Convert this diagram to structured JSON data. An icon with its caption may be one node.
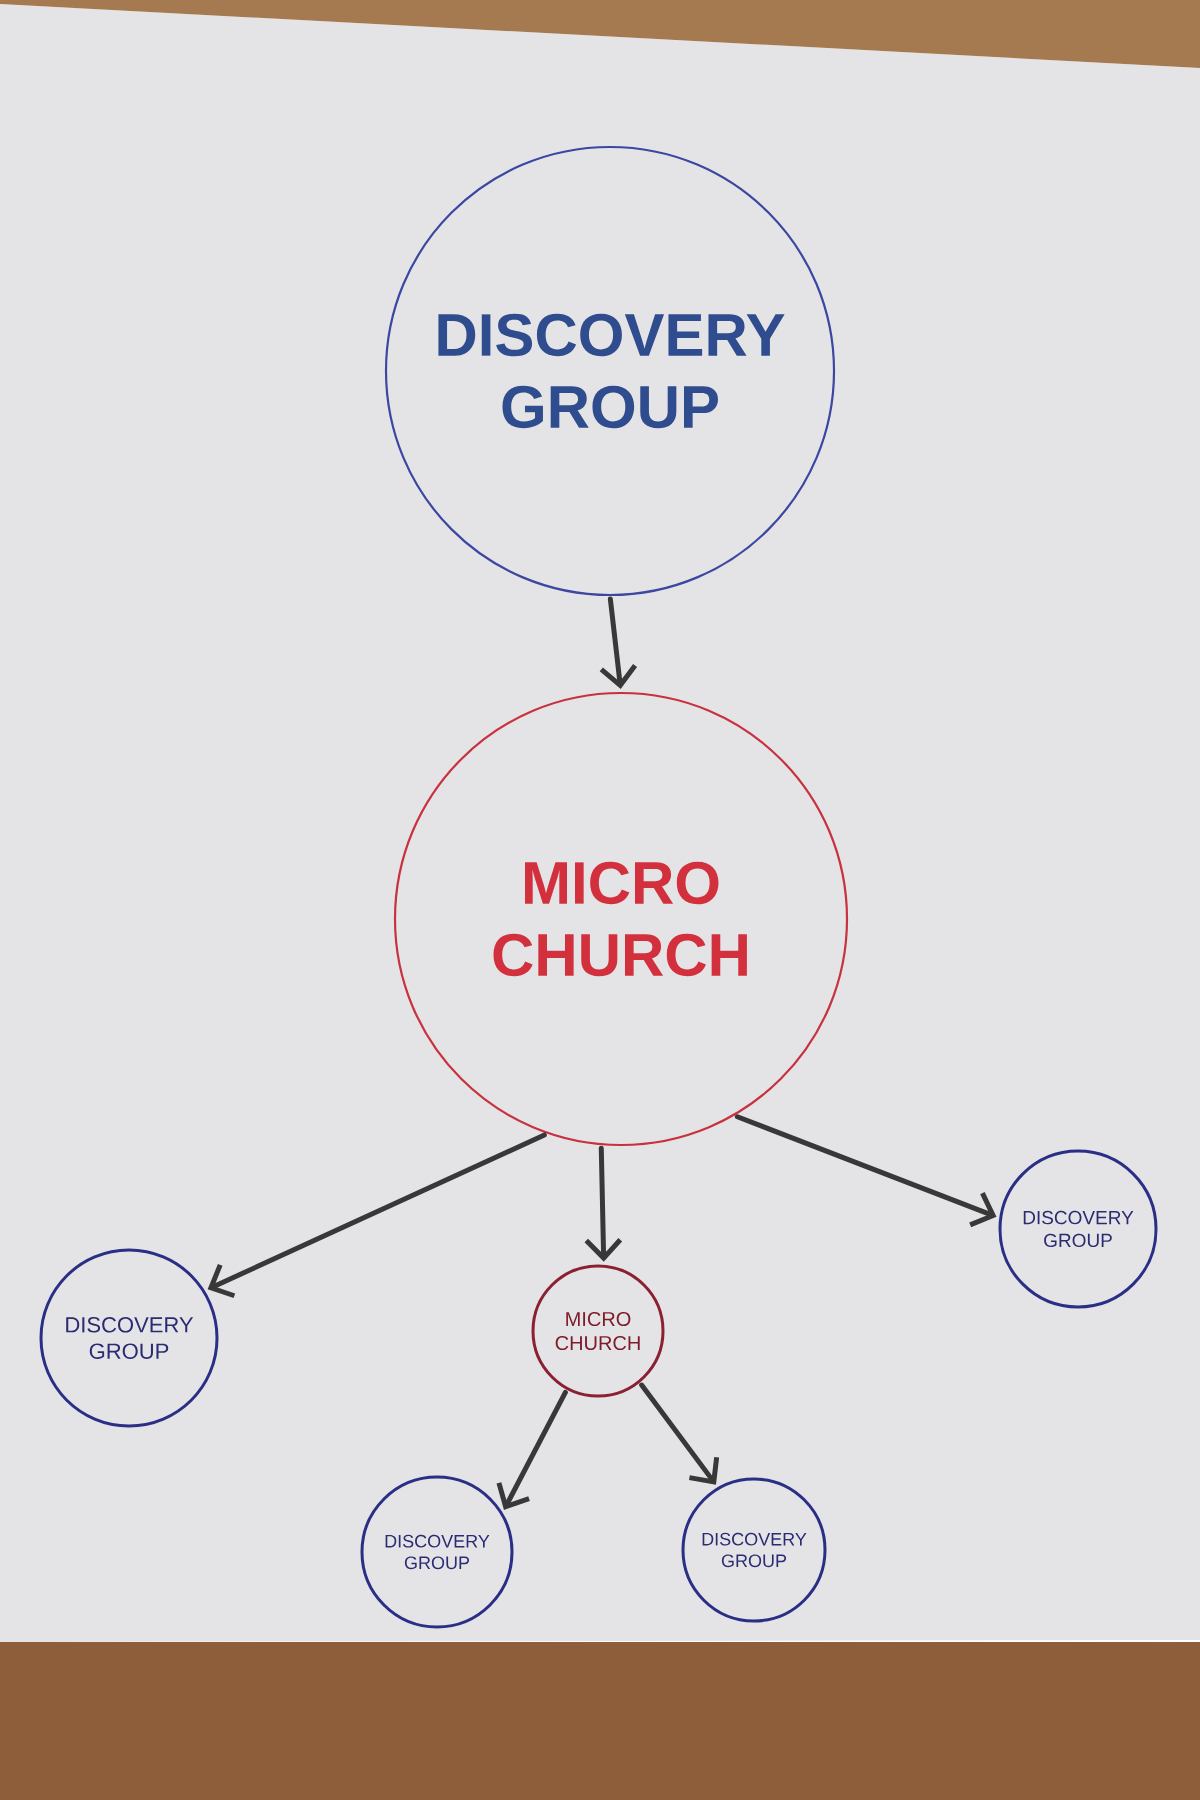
{
  "diagram": {
    "nodes": [
      {
        "text": [
          "DISCOVERY GROUP"
        ]
      },
      {
        "text": [
          "MICRO CHURCH"
        ]
      },
      {
        "text": [
          "DISCOVERY GROUP"
        ]
      },
      {
        "text": [
          "MICRO CHURCH"
        ]
      },
      {
        "text": [
          "DISCOVERY GROUP"
        ]
      },
      {
        "text": [
          "DISCOVERY GROUP"
        ]
      },
      {
        "text": [
          "DISCOVERY GROUP"
        ]
      }
    ],
    "edges": [
      {
        "from": 0,
        "to": 1,
        "arrow": "to"
      },
      {
        "from": 1,
        "to": 2,
        "arrow": "to"
      },
      {
        "from": 1,
        "to": 3,
        "arrow": "to"
      },
      {
        "from": 1,
        "to": 4,
        "arrow": "to"
      },
      {
        "from": 3,
        "to": 5,
        "arrow": "to"
      },
      {
        "from": 3,
        "to": 6,
        "arrow": "to"
      }
    ]
  }
}
